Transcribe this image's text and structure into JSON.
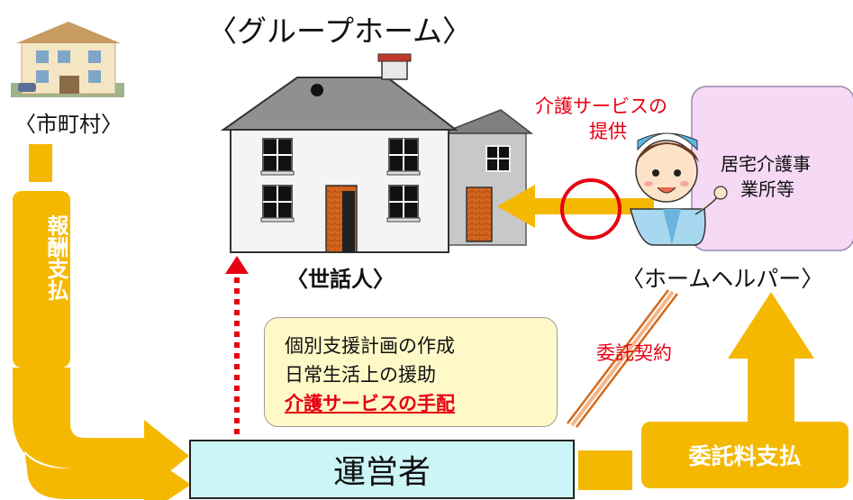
{
  "group_home_title": "〈グループホーム〉",
  "municipality_label": "〈市町村〉",
  "caretaker_label": "〈世話人〉",
  "homehelper_label": "〈ホームヘルパー〉",
  "care_service_label_line1": "介護サービスの",
  "care_service_label_line2": "提供",
  "agency_box_line1": "居宅介護事",
  "agency_box_line2": "業所等",
  "reward_payment_label": "報酬支払",
  "info_box": {
    "line1": "個別支援計画の作成",
    "line2": "日常生活上の援助",
    "line3": "介護サービスの手配"
  },
  "contract_label": "委託契約",
  "operator_label": "運営者",
  "commission_payment_label": "委託料支払",
  "colors": {
    "arrow_orange": "#F5B800",
    "red": "#E60012",
    "operator_fill": "#CCF5F8",
    "agency_fill": "#F5D9F5",
    "info_fill": "#FFF9C8"
  }
}
